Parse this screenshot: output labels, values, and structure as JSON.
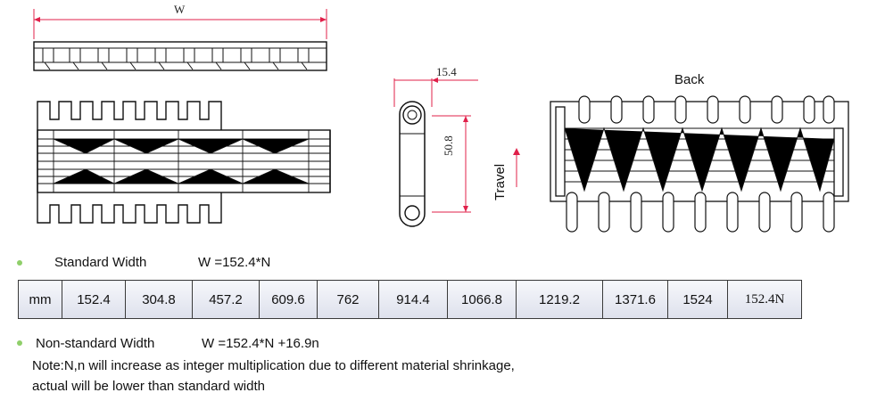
{
  "drawing": {
    "width_label": "W",
    "pitch_label": "15.4",
    "height_label": "50.8",
    "travel_label": "Travel",
    "back_label": "Back"
  },
  "standard": {
    "label": "Standard Width",
    "formula": "W =152.4*N"
  },
  "table": {
    "cells": [
      "mm",
      "152.4",
      "304.8",
      "457.2",
      "609.6",
      "762",
      "914.4",
      "1066.8",
      "1219.2",
      "1371.6",
      "1524",
      "152.4N"
    ]
  },
  "nonstandard": {
    "label": "Non-standard Width",
    "formula": "W =152.4*N  +16.9n"
  },
  "note": {
    "line1": "Note:N,n will increase as integer multiplication due to different material shrinkage,",
    "line2": "actual will be lower than standard width"
  },
  "colors": {
    "dimension": "#e0204a",
    "bullet": "#8fcf6a"
  }
}
